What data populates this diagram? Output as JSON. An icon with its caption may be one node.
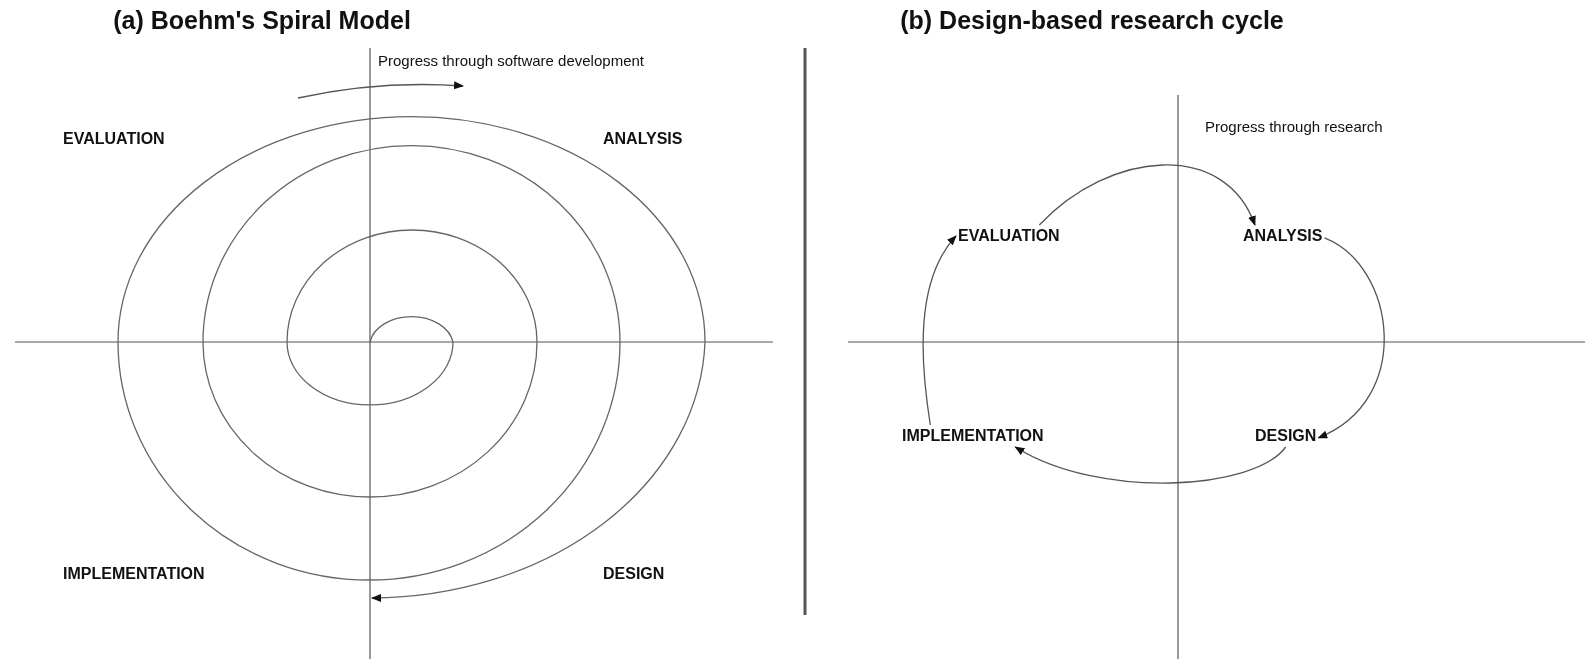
{
  "diagram": {
    "nodes": [
      {
        "text": [
          "EVALUATION"
        ]
      },
      {
        "text": [
          "ANALYSIS"
        ]
      },
      {
        "text": [
          "IMPLEMENTATION"
        ]
      },
      {
        "text": [
          "DESIGN"
        ]
      }
    ],
    "edges": [
      {
        "from": 0,
        "to": 1,
        "arrow": "to",
        "label": "Progress through research"
      },
      {
        "from": 1,
        "to": 3,
        "arrow": "to"
      },
      {
        "from": 3,
        "to": 2,
        "arrow": "to"
      },
      {
        "from": 2,
        "to": 0,
        "arrow": "to"
      }
    ],
    "labels": [
      "(a) Boehm's Spiral Model",
      "(b) Design-based research cycle",
      "Progress through software development",
      "EVALUATION",
      "ANALYSIS",
      "IMPLEMENTATION",
      "DESIGN"
    ]
  }
}
